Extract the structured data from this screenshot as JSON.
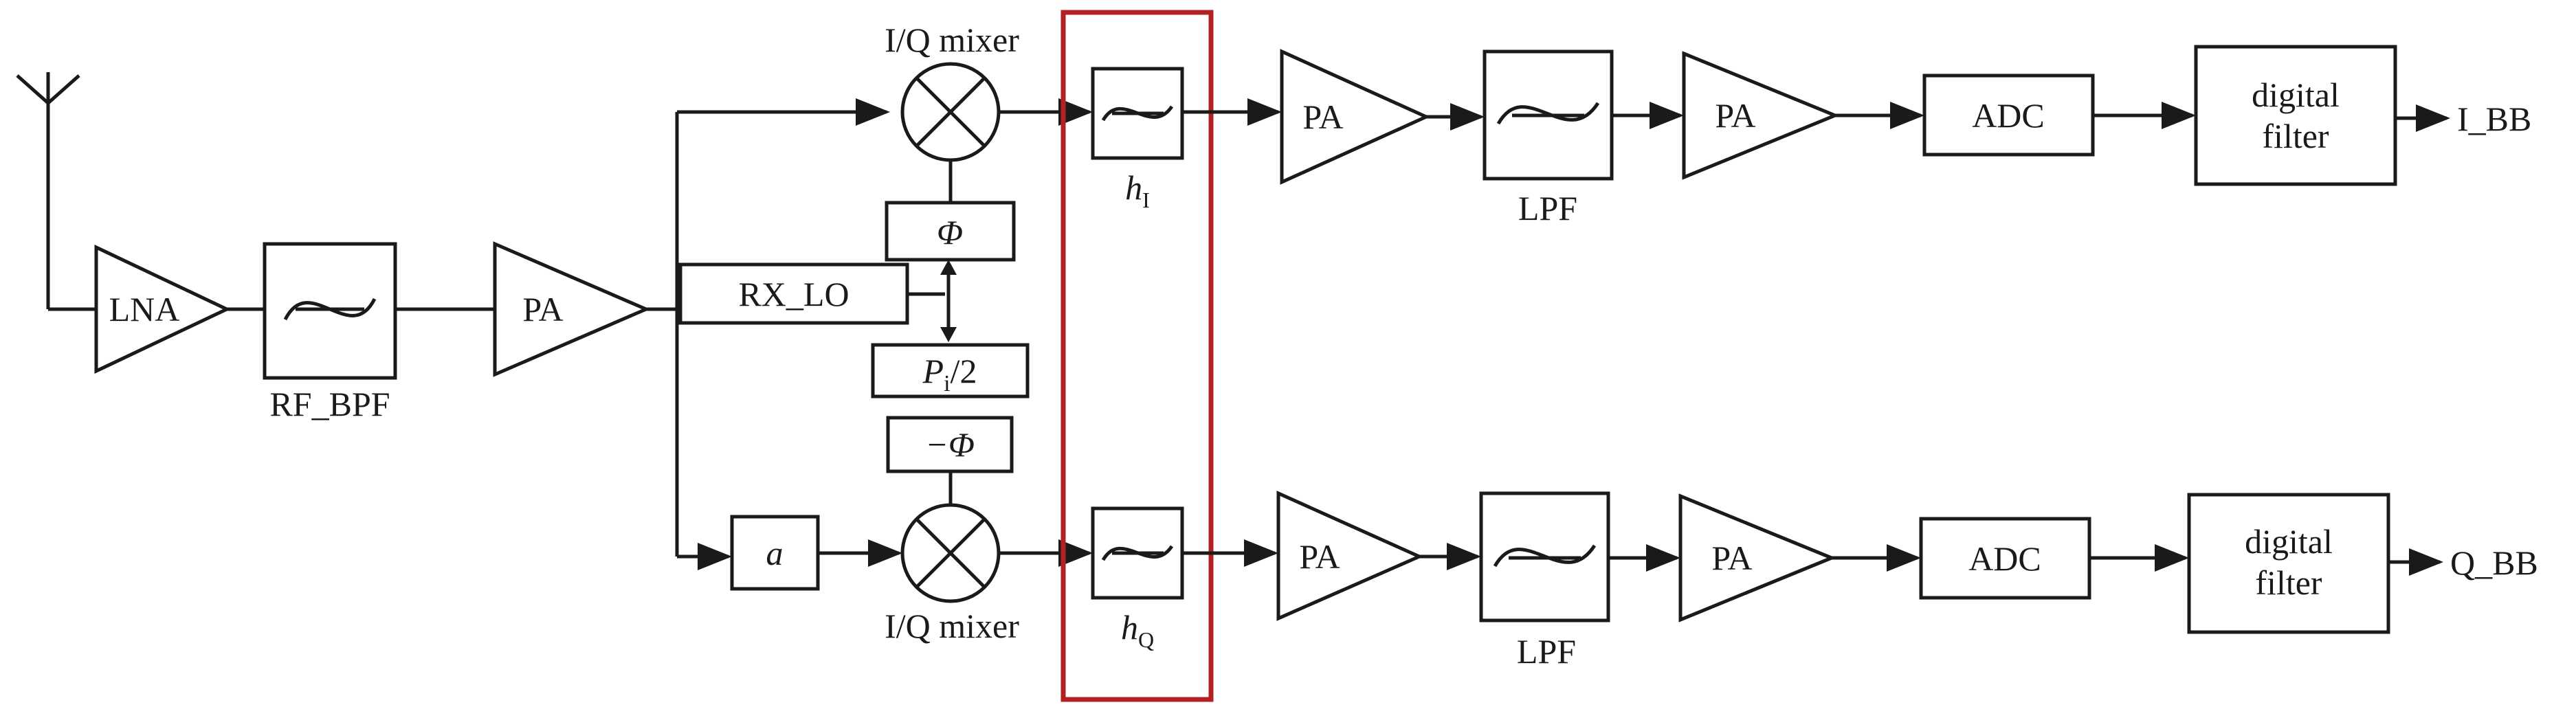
{
  "labels": {
    "lna": "LNA",
    "rf_bpf": "RF_BPF",
    "pa": "PA",
    "rx_lo": "RX_LO",
    "phi": "Φ",
    "neg_phi": "−Φ",
    "p_base": "P",
    "p_sub": "i",
    "p_rest": "/2",
    "a": "a",
    "mixer": "I/Q mixer",
    "h": "h",
    "h_i_sub": "I",
    "h_q_sub": "Q",
    "lpf": "LPF",
    "adc": "ADC",
    "digital": "digital",
    "filter": "filter",
    "i_bb": "I_BB",
    "q_bb": "Q_BB"
  },
  "colors": {
    "highlight": "#b22222",
    "line": "#1a1a1a"
  }
}
